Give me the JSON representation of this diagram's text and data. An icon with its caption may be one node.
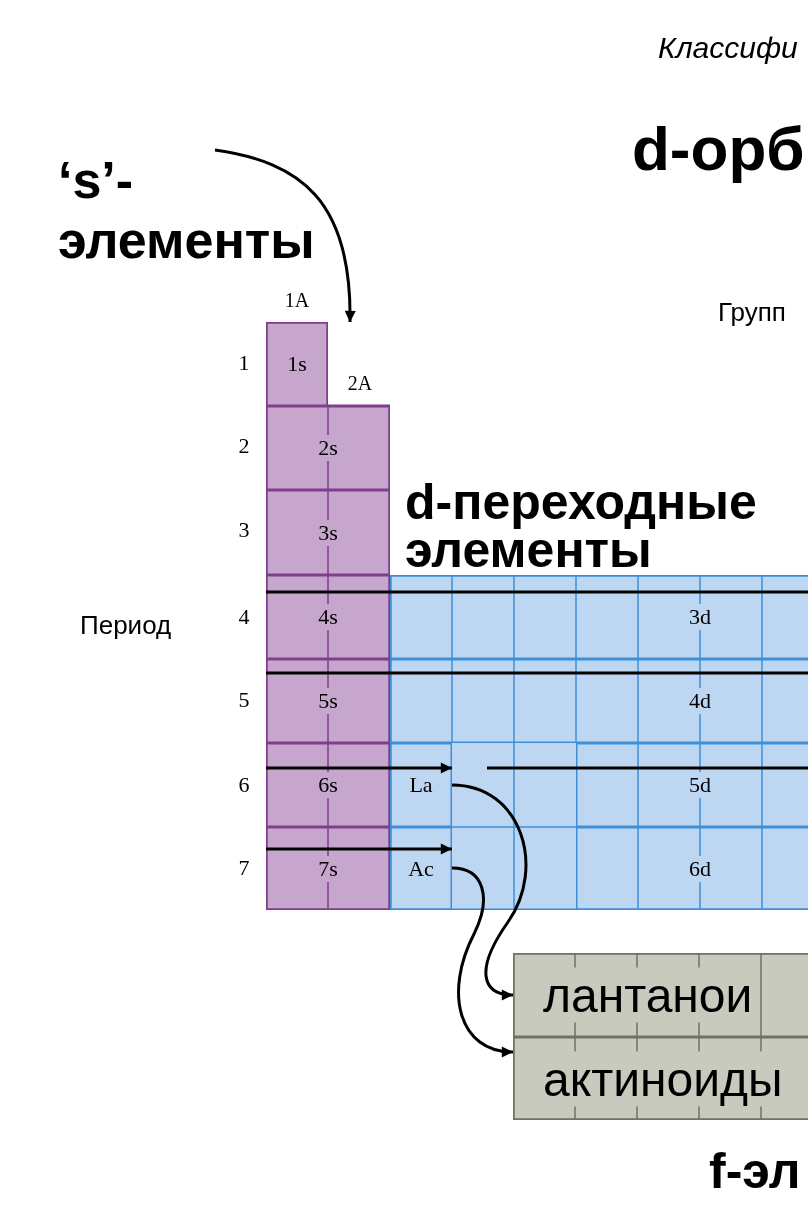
{
  "diagram": {
    "title": "d-орб",
    "nodes": [
      {
        "text": [
          "‘s’- элементы"
        ]
      },
      {
        "text": [],
        "shape": "box"
      },
      {
        "text": [
          "1s"
        ],
        "in": 1
      },
      {
        "text": [
          "2s"
        ],
        "in": 1
      },
      {
        "text": [
          "3s"
        ],
        "in": 1
      },
      {
        "text": [
          "4s"
        ],
        "in": 1
      },
      {
        "text": [
          "5s"
        ],
        "in": 1
      },
      {
        "text": [
          "6s"
        ],
        "in": 1
      },
      {
        "text": [
          "7s"
        ],
        "in": 1
      },
      {
        "text": [
          "d-переходные элементы"
        ]
      },
      {
        "text": [
          "3d"
        ],
        "in": 9
      },
      {
        "text": [
          "4d"
        ],
        "in": 9
      },
      {
        "text": [
          "La"
        ],
        "in": 9
      },
      {
        "text": [
          "5d"
        ],
        "in": 9
      },
      {
        "text": [
          "Ac"
        ],
        "in": 9
      },
      {
        "text": [
          "6d"
        ],
        "in": 9
      },
      {
        "text": [
          "f-эл"
        ]
      },
      {
        "text": [
          "лантанои"
        ],
        "in": 16
      },
      {
        "text": [
          "актиноиды"
        ],
        "in": 16
      }
    ],
    "edges": [
      {
        "from": 0,
        "to": 1,
        "arrow": "to"
      },
      {
        "from": 5,
        "to": 10,
        "arrow": "none"
      },
      {
        "from": 6,
        "to": 11,
        "arrow": "none"
      },
      {
        "from": 7,
        "to": 12,
        "arrow": "to"
      },
      {
        "from": 8,
        "to": 14,
        "arrow": "to"
      },
      {
        "from": 12,
        "to": 17,
        "arrow": "to"
      },
      {
        "from": 14,
        "to": 18,
        "arrow": "to"
      }
    ],
    "labels": [
      "Классифи",
      "1A",
      "Групп",
      "1",
      "2A",
      "2",
      "3",
      "Период",
      "4",
      "5",
      "6",
      "7"
    ]
  }
}
